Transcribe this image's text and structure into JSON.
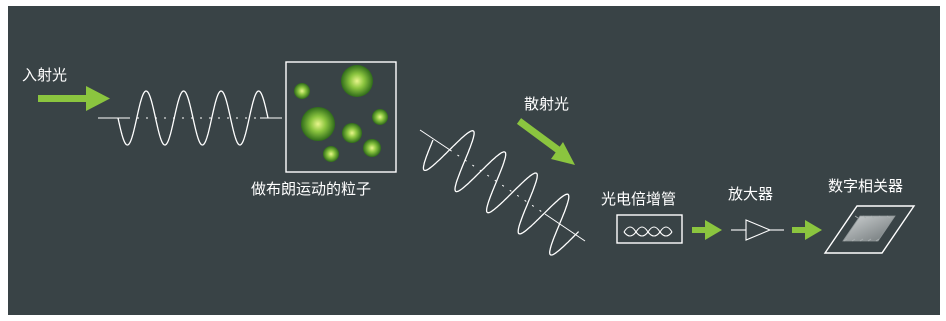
{
  "labels": {
    "incident_light": "入射光",
    "brownian_particles": "做布朗运动的粒子",
    "scattered_light": "散射光",
    "photomultiplier": "光电倍增管",
    "amplifier": "放大器",
    "digital_correlator": "数字相关器"
  },
  "colors": {
    "background": "#394346",
    "arrow": "#8bc53f",
    "line": "#ffffff",
    "particle_core": "#e8f58c",
    "particle_mid": "#8bc53f",
    "particle_edge": "#2f6b1a"
  },
  "icons": {
    "incident_arrow": "arrow-right-icon",
    "scatter_arrow": "arrow-down-right-icon",
    "pmt": "photomultiplier-tube-icon",
    "amplifier": "amplifier-triangle-icon",
    "correlator": "chip-icon"
  }
}
